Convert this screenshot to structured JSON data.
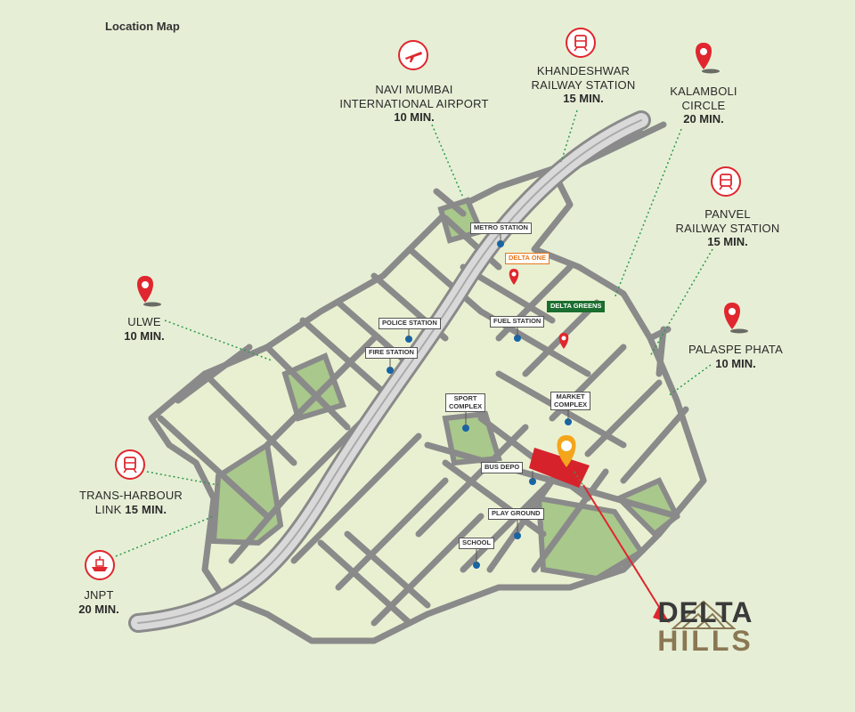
{
  "header": {
    "title": "Location Map"
  },
  "destinations": {
    "airport": {
      "lines": [
        "NAVI MUMBAI",
        "INTERNATIONAL AIRPORT"
      ],
      "time": "10 MIN.",
      "icon": "airplane-icon"
    },
    "khandeshwar": {
      "lines": [
        "KHANDESHWAR",
        "RAILWAY STATION"
      ],
      "time": "15 MIN.",
      "icon": "train-icon"
    },
    "kalamboli": {
      "lines": [
        "KALAMBOLI",
        "CIRCLE"
      ],
      "time": "20 MIN.",
      "icon": "location-pin-icon"
    },
    "panvel": {
      "lines": [
        "PANVEL",
        "RAILWAY STATION"
      ],
      "time": "15 MIN.",
      "icon": "train-icon"
    },
    "palaspe": {
      "lines": [
        "PALASPE PHATA"
      ],
      "time": "10 MIN.",
      "icon": "location-pin-icon"
    },
    "ulwe": {
      "lines": [
        "ULWE"
      ],
      "time": "10 MIN.",
      "icon": "location-pin-icon"
    },
    "transharbour": {
      "lines": [
        "TRANS-HARBOUR",
        "LINK"
      ],
      "time": "15 MIN.",
      "icon": "train-icon"
    },
    "jnpt": {
      "lines": [
        "JNPT"
      ],
      "time": "20 MIN.",
      "icon": "ship-icon"
    }
  },
  "places": {
    "metro_station": "METRO STATION",
    "delta_one": "DELTA ONE",
    "police_station": "POLICE STATION",
    "fuel_station": "FUEL STATION",
    "delta_greens": "DELTA GREENS",
    "fire_station": "FIRE STATION",
    "sport_complex": [
      "SPORT",
      "COMPLEX"
    ],
    "market_complex": [
      "MARKET",
      "COMPLEX"
    ],
    "bus_depo": "BUS DEPO",
    "play_ground": "PLAY GROUND",
    "school": "SCHOOL"
  },
  "logo": {
    "line1": "DELTA",
    "line2": "HILLS"
  },
  "colors": {
    "background": "#e6efd6",
    "block": "#e9f0d1",
    "park": "#a9c88b",
    "road": "#8a8a8a",
    "highway": "#b5b5b5",
    "pin_red": "#e0262e",
    "site_red": "#d6232b",
    "marker_orange": "#f3a51b",
    "delta_one_orange": "#e8781e",
    "delta_greens_green": "#1b6e2f",
    "poi_blue": "#1565a8",
    "leader_green": "#2e9a4a",
    "logo_dark": "#3a3a3a",
    "logo_gold": "#8a7753"
  }
}
